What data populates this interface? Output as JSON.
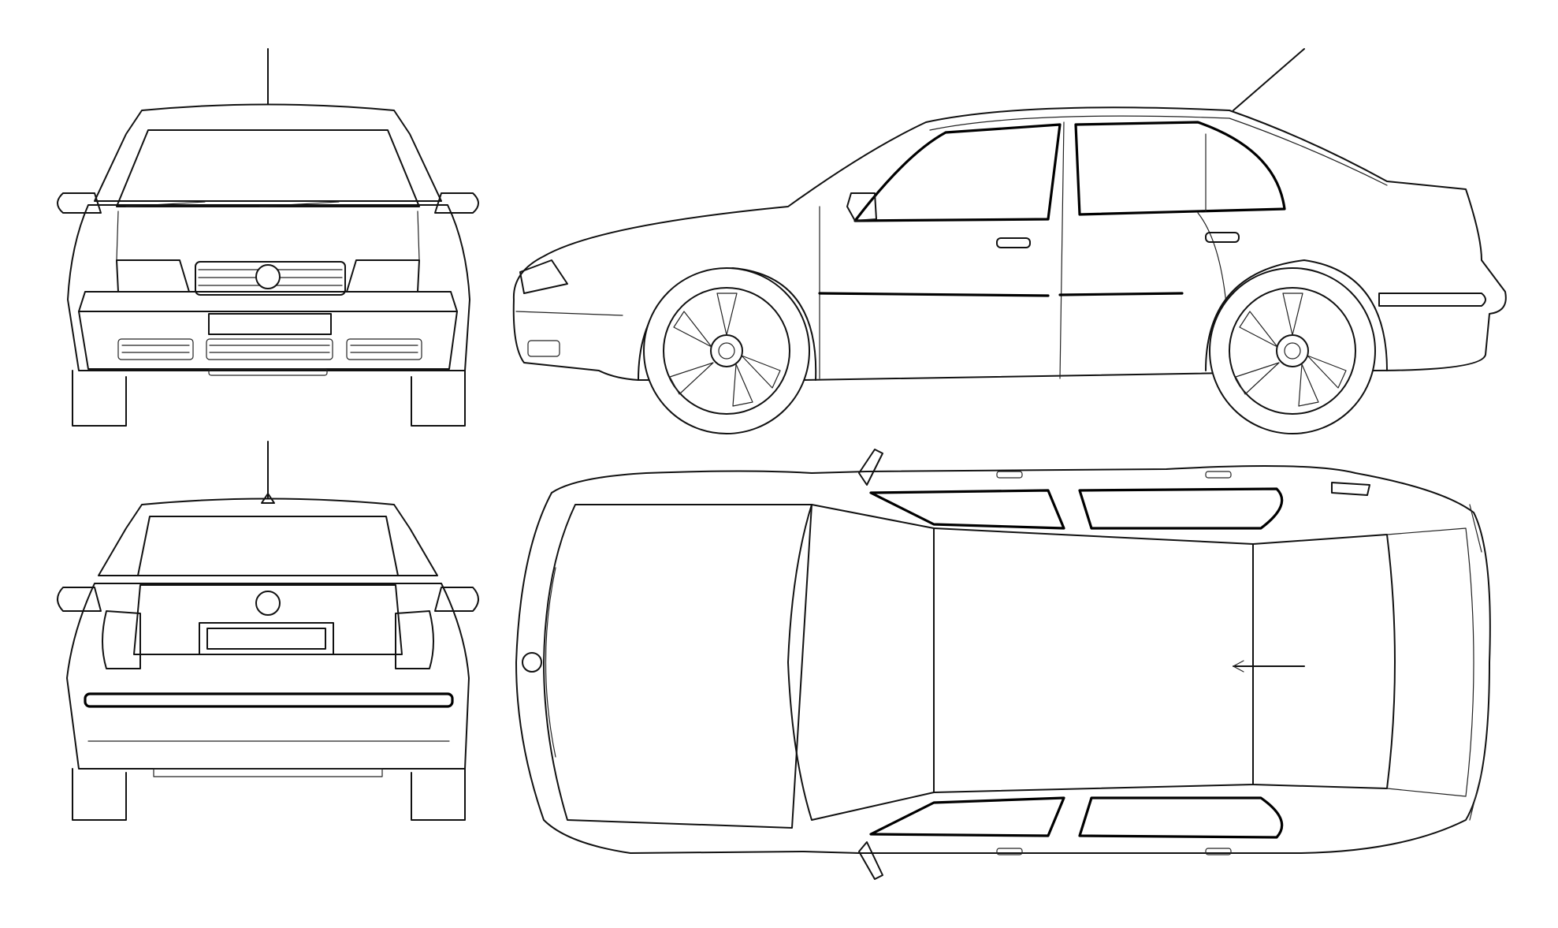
{
  "drawing": {
    "subject": "",
    "views": [
      {
        "id": "front",
        "caption": ""
      },
      {
        "id": "side",
        "caption": ""
      },
      {
        "id": "rear",
        "caption": ""
      },
      {
        "id": "top",
        "caption": ""
      }
    ],
    "line_color": "#111111",
    "background": "#ffffff"
  }
}
